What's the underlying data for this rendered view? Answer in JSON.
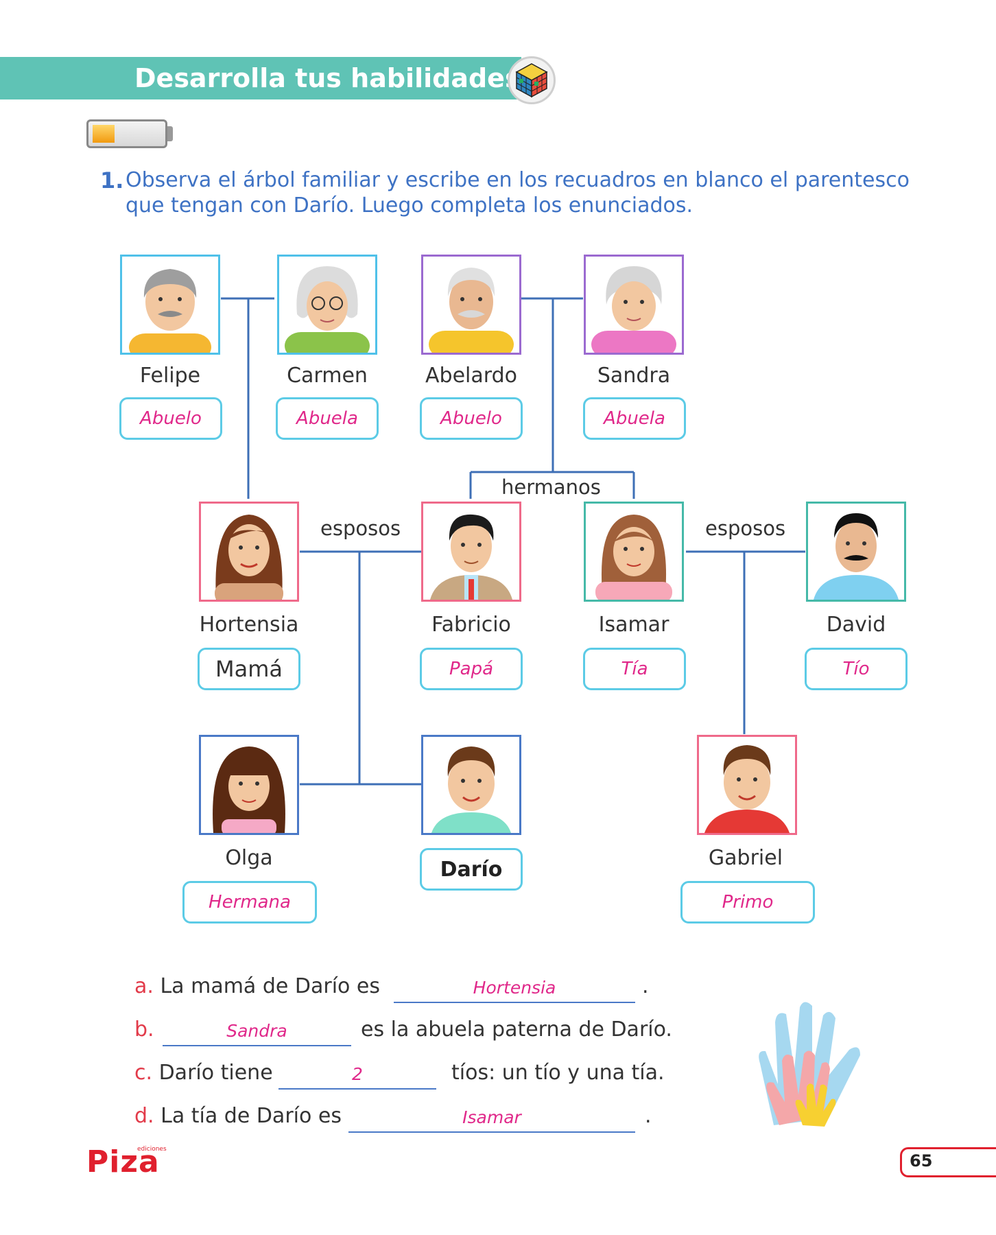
{
  "header": {
    "title": "Desarrolla tus habilidades",
    "battery_level": 0.3
  },
  "question": {
    "number": "1.",
    "text": "Observa el árbol familiar y escribe en los recuadros en blanco el parentesco que tengan con Darío. Luego completa los enunciados."
  },
  "tree": {
    "labels": {
      "spouses_left": "esposos",
      "siblings": "hermanos",
      "spouses_right": "esposos"
    },
    "people": [
      {
        "name": "Felipe",
        "relation": "Abuelo"
      },
      {
        "name": "Carmen",
        "relation": "Abuela"
      },
      {
        "name": "Abelardo",
        "relation": "Abuelo"
      },
      {
        "name": "Sandra",
        "relation": "Abuela"
      },
      {
        "name": "Hortensia",
        "relation": "Mamá"
      },
      {
        "name": "Fabricio",
        "relation": "Papá"
      },
      {
        "name": "Isamar",
        "relation": "Tía"
      },
      {
        "name": "David",
        "relation": "Tío"
      },
      {
        "name": "Olga",
        "relation": "Hermana"
      },
      {
        "name": "Darío",
        "relation": "Darío"
      },
      {
        "name": "Gabriel",
        "relation": "Primo"
      }
    ]
  },
  "sentences": [
    {
      "letter": "a.",
      "before": "La mamá de Darío es",
      "answer": "Hortensia",
      "after": "."
    },
    {
      "letter": "b.",
      "before": "",
      "answer": "Sandra",
      "after": "es la abuela paterna de Darío."
    },
    {
      "letter": "c.",
      "before": "Darío tiene",
      "answer": "2",
      "after": "tíos: un tío y una tía."
    },
    {
      "letter": "d.",
      "before": "La tía de Darío es",
      "answer": "Isamar",
      "after": "."
    }
  ],
  "footer": {
    "brand": "Piza",
    "brand_small": "ediciones",
    "page": "65"
  },
  "colors": {
    "banner": "#5fc3b5",
    "question": "#3e72c4",
    "answer": "#e0288a",
    "box": "#5ccbe6",
    "letter": "#e23b4a"
  }
}
